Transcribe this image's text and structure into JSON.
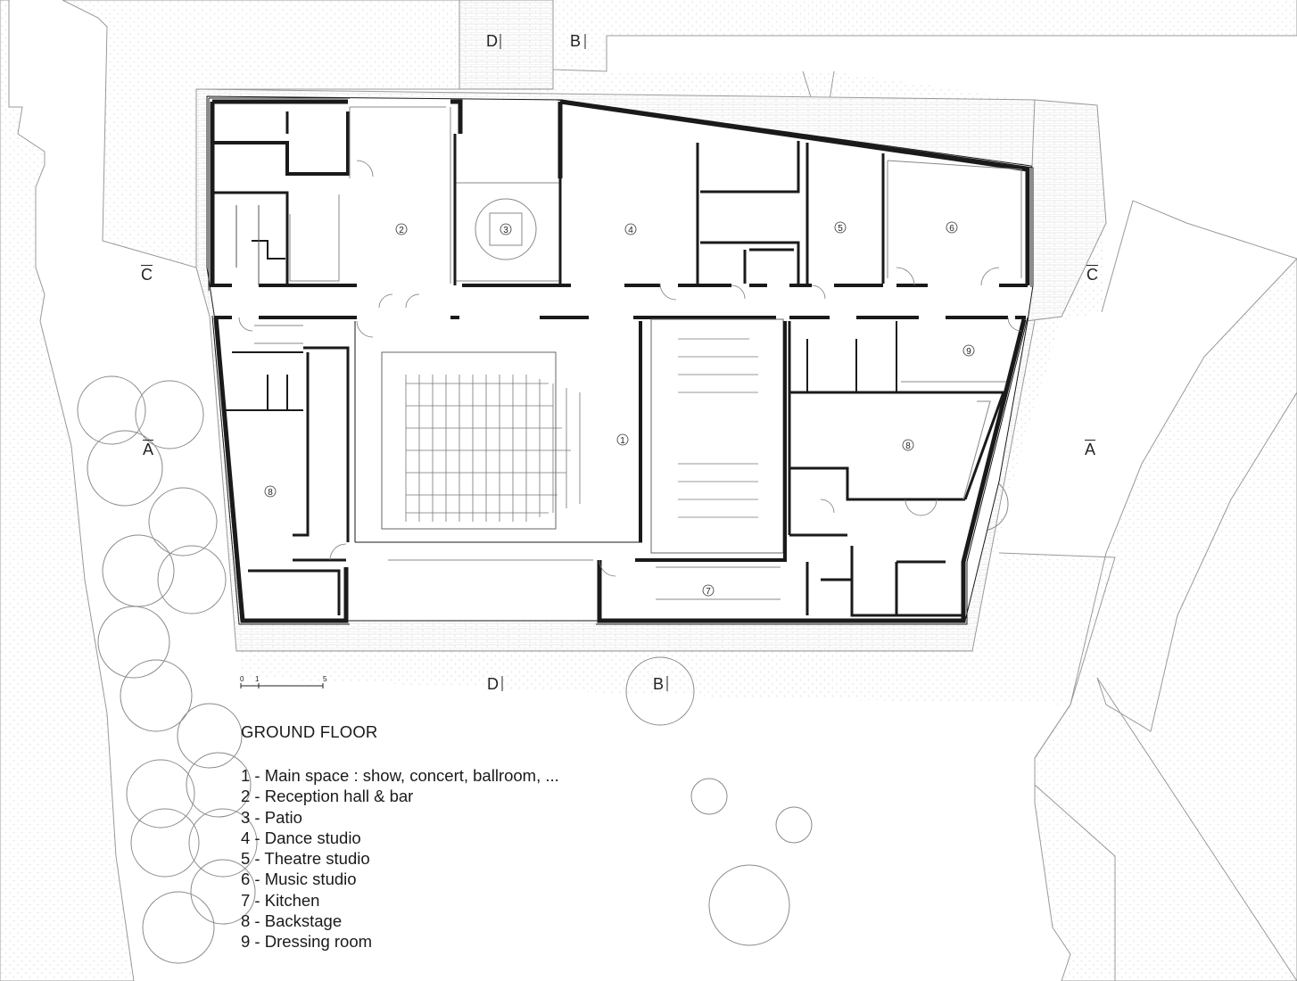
{
  "plan": {
    "title": "GROUND FLOOR",
    "legend": [
      "1 - Main space : show, concert, ballroom, ...",
      "2 - Reception hall & bar",
      "3 - Patio",
      "4 - Dance studio",
      "5 - Theatre studio",
      "6 - Music studio",
      "7 - Kitchen",
      "8 - Backstage",
      "9 - Dressing room"
    ],
    "room_labels": [
      "1",
      "2",
      "3",
      "4",
      "5",
      "6",
      "7",
      "8",
      "8",
      "9"
    ],
    "section_marks": {
      "a_left": "A",
      "a_right": "A",
      "b_top": "B",
      "b_bottom": "B",
      "c_left": "C",
      "c_right": "C",
      "d_top": "D",
      "d_bottom": "D"
    },
    "scale": {
      "labels": [
        "0",
        "1",
        "5"
      ]
    },
    "colors": {
      "line": "#1a1a1a",
      "light_line": "#9a9a9a",
      "background": "#ffffff"
    }
  }
}
